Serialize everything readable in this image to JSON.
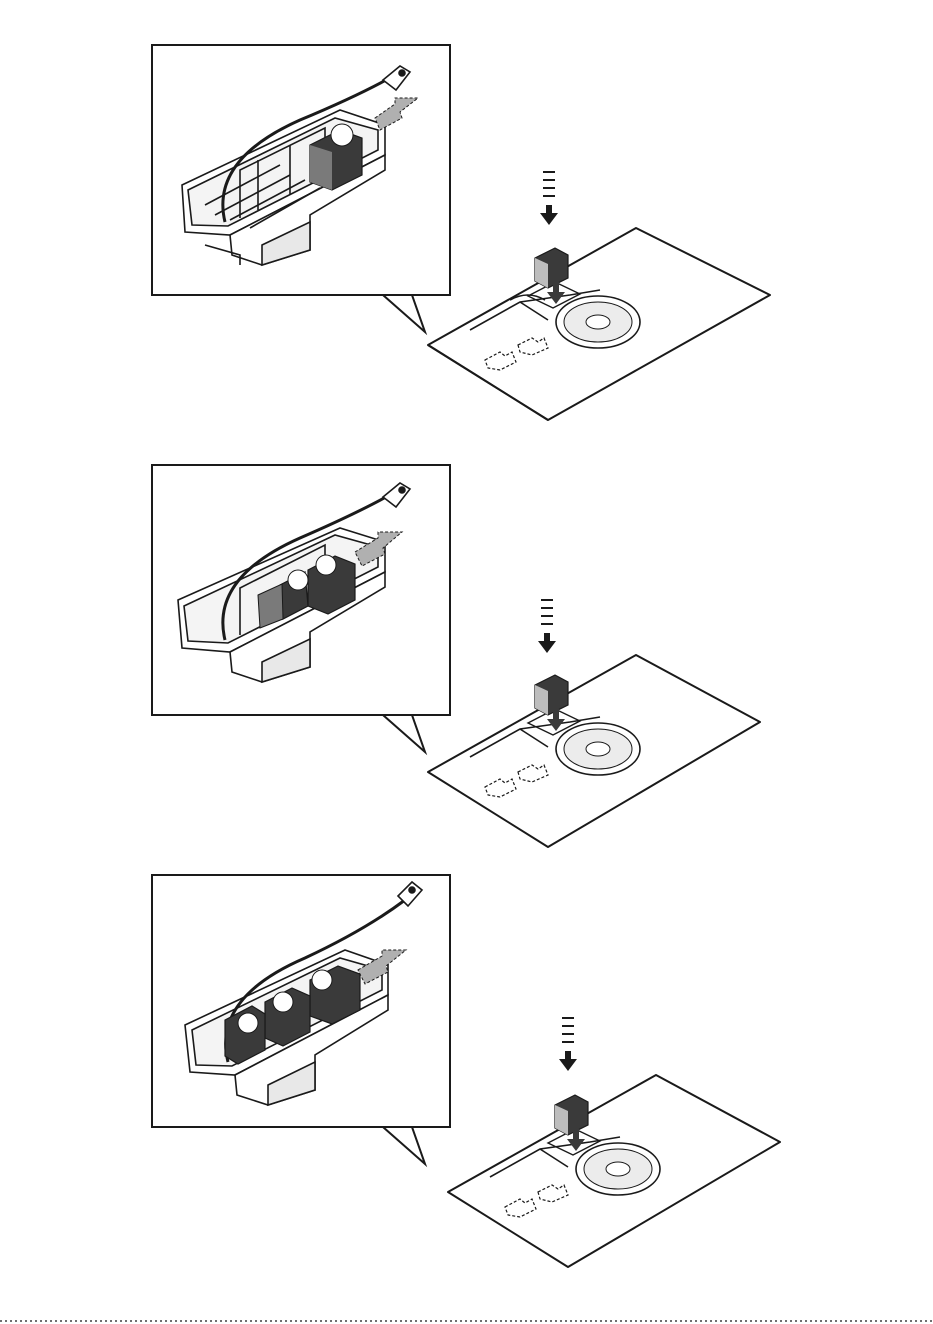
{
  "steps": [
    {
      "id": "step-1",
      "modules_installed": 1
    },
    {
      "id": "step-2",
      "modules_installed": 2
    },
    {
      "id": "step-3",
      "modules_installed": 3
    }
  ],
  "colors": {
    "line": "#1a1a1a",
    "module_dark": "#3a3a3a",
    "module_mid": "#7a7a7a",
    "module_light": "#bdbdbd",
    "arrow_gray": "#b0b0b0",
    "paper": "#ffffff"
  },
  "icons": [
    "down-arrow-icon",
    "insert-arrow-icon",
    "speaker-fan-icon",
    "callout-pointer"
  ]
}
